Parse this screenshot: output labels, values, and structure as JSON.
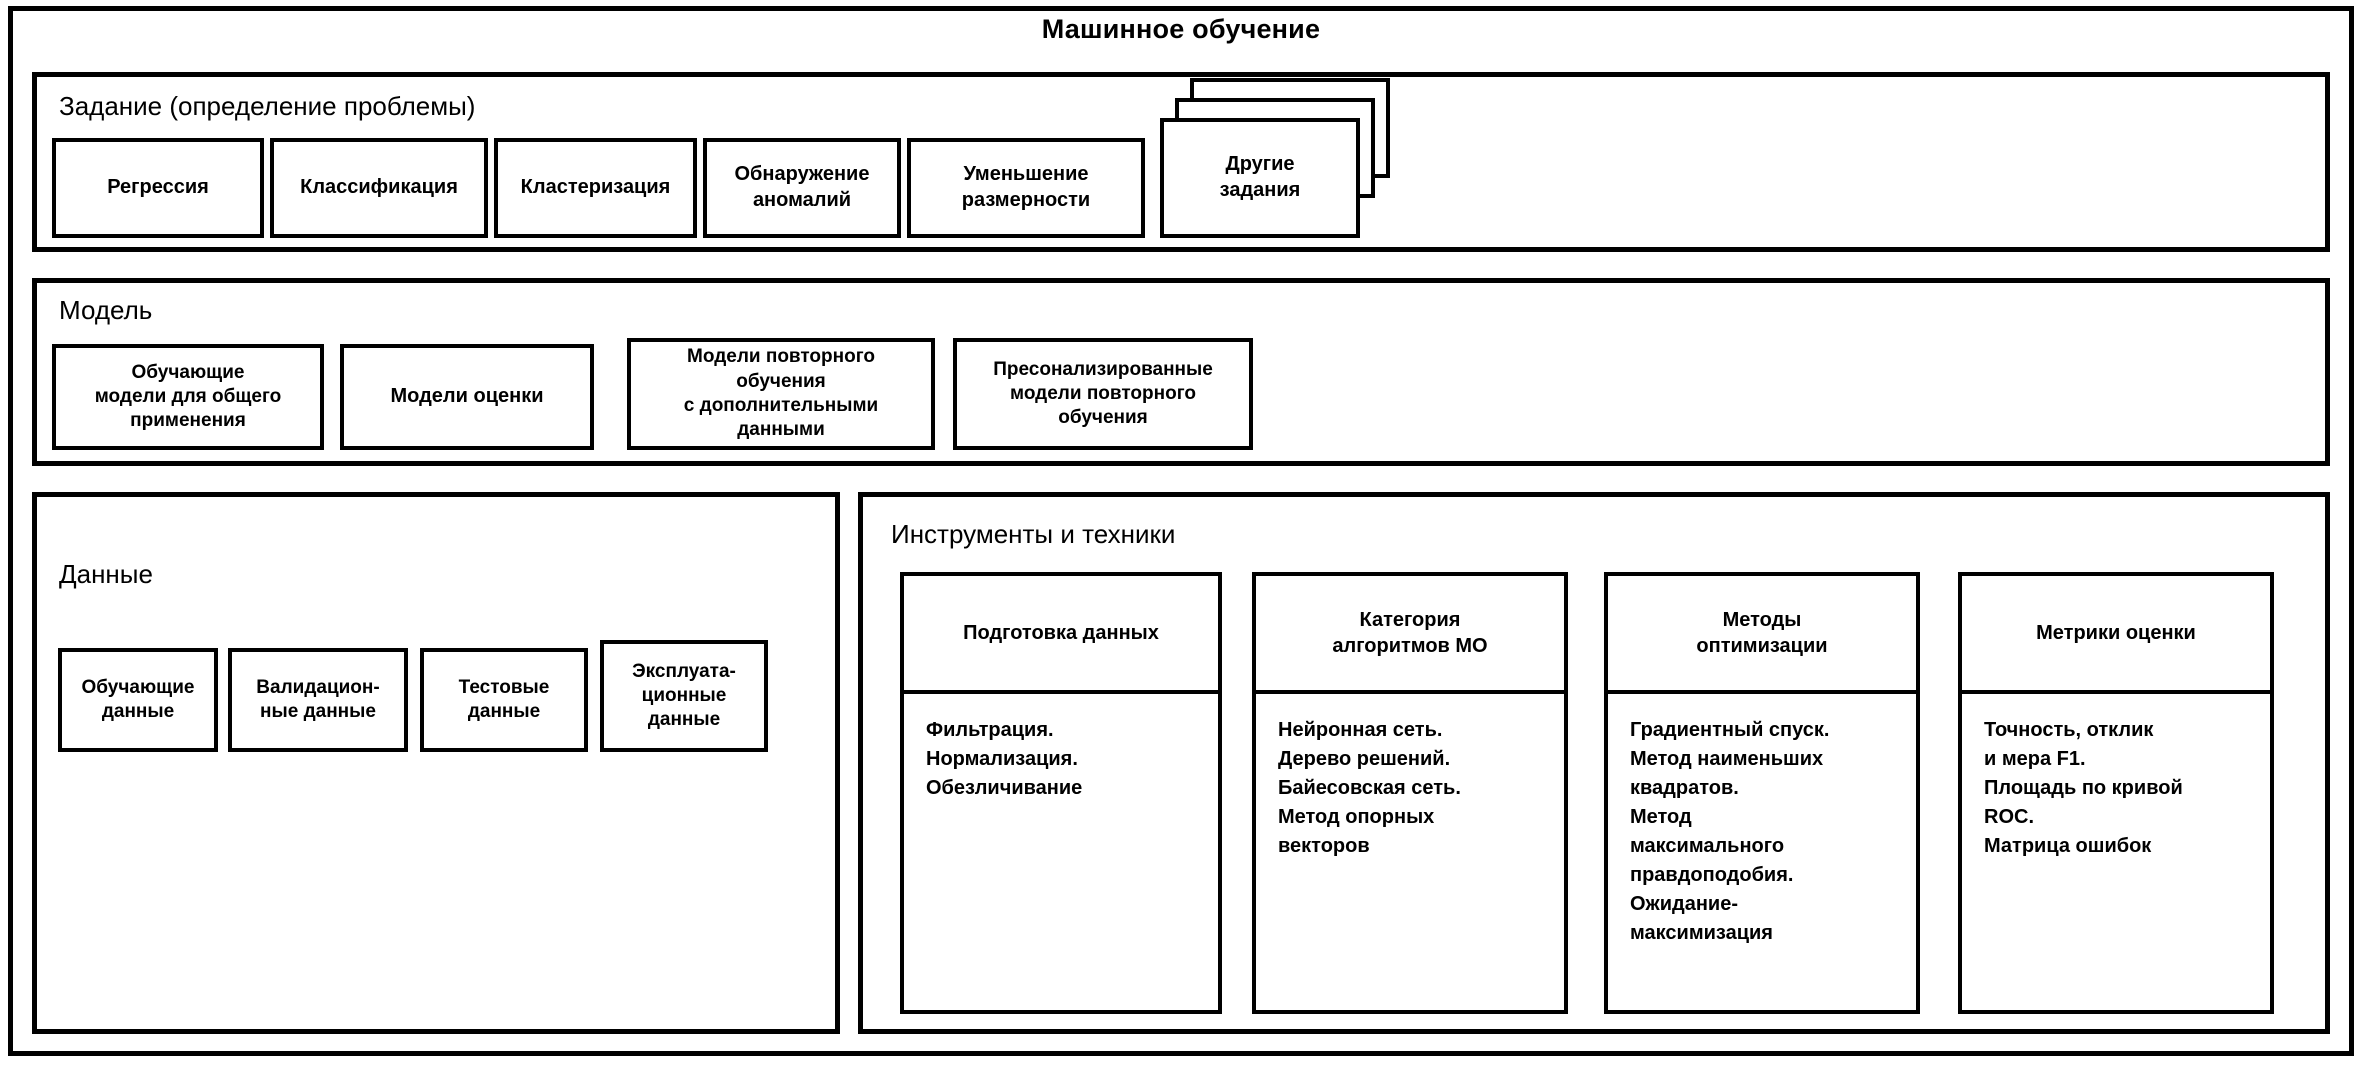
{
  "diagram": {
    "title": "Машинное обучение",
    "type": "block-diagram"
  },
  "sections": {
    "task": {
      "title": "Задание (определение проблемы)",
      "items": [
        {
          "label": "Регрессия"
        },
        {
          "label": "Классификация"
        },
        {
          "label": "Кластеризация"
        },
        {
          "label": "Обнаружение\nаномалий"
        },
        {
          "label": "Уменьшение\nразмерности"
        },
        {
          "label": "Другие\nзадания",
          "stacked": true,
          "sheets": 3
        }
      ]
    },
    "model": {
      "title": "Модель",
      "items": [
        {
          "label": "Обучающие\nмодели для общего\nприменения"
        },
        {
          "label": "Модели оценки"
        },
        {
          "label": "Модели повторного\nобучения\nс дополнительными\nданными"
        },
        {
          "label": "Пресонализированные\nмодели повторного\nобучения"
        }
      ]
    },
    "data": {
      "title": "Данные",
      "items": [
        {
          "label": "Обучающие\nданные"
        },
        {
          "label": "Валидацион-\nные данные"
        },
        {
          "label": "Тестовые\nданные"
        },
        {
          "label": "Эксплуата-\nционные\nданные"
        }
      ]
    },
    "tools": {
      "title": "Инструменты и техники",
      "columns": [
        {
          "header": "Подготовка данных",
          "body": "Фильтрация.\nНормализация.\nОбезличивание"
        },
        {
          "header": "Категория\nалгоритмов МО",
          "body": "Нейронная сеть.\nДерево решений.\nБайесовская сеть.\nМетод опорных\nвекторов"
        },
        {
          "header": "Методы\nоптимизации",
          "body": "Градиентный спуск.\nМетод наименьших\nквадратов.\nМетод\nмаксимального\nправдоподобия.\nОжидание-\nмаксимизация"
        },
        {
          "header": "Метрики оценки",
          "body": "Точность, отклик\nи мера F1.\nПлощадь по кривой\nROC.\nМатрица ошибок"
        }
      ]
    }
  },
  "colors": {
    "stroke": "#000000",
    "background": "#ffffff",
    "text": "#000000"
  }
}
